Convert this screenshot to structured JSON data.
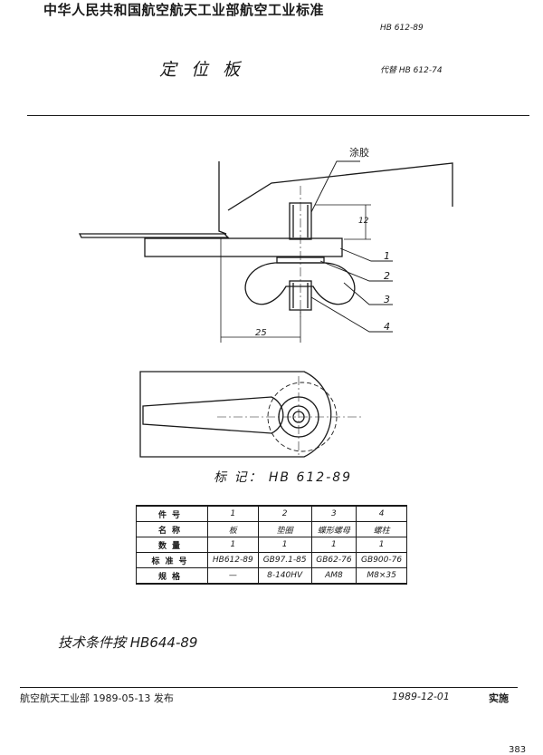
{
  "header": {
    "standard_title": "中华人民共和国航空航天工业部航空工业标准",
    "standard_number": "HB 612-89",
    "document_title": "定位板",
    "replaces": "代替 HB 612-74"
  },
  "drawing": {
    "callouts": [
      "1",
      "2",
      "3",
      "4"
    ],
    "glue_label": "涂胶",
    "dim_height": "12",
    "dim_width": "25"
  },
  "marking": "标 记： HB 612-89",
  "parts_table": {
    "rows": [
      {
        "header": "件号",
        "cells": [
          "1",
          "2",
          "3",
          "4"
        ]
      },
      {
        "header": "名称",
        "cells": [
          "板",
          "垫圈",
          "蝶形螺母",
          "螺柱"
        ]
      },
      {
        "header": "数量",
        "cells": [
          "1",
          "1",
          "1",
          "1"
        ]
      },
      {
        "header": "标准号",
        "cells": [
          "HB612-89",
          "GB97.1-85",
          "GB62-76",
          "GB900-76"
        ]
      },
      {
        "header": "规格",
        "cells": [
          "—",
          "8-140HV",
          "AM8",
          "M8×35"
        ]
      }
    ]
  },
  "technical_conditions": "技术条件按 HB644-89",
  "footer": {
    "issuer": "航空航天工业部 1989-05-13 发布",
    "implementation_date": "1989-12-01",
    "implementation_label": "实施",
    "page_number": "383"
  }
}
